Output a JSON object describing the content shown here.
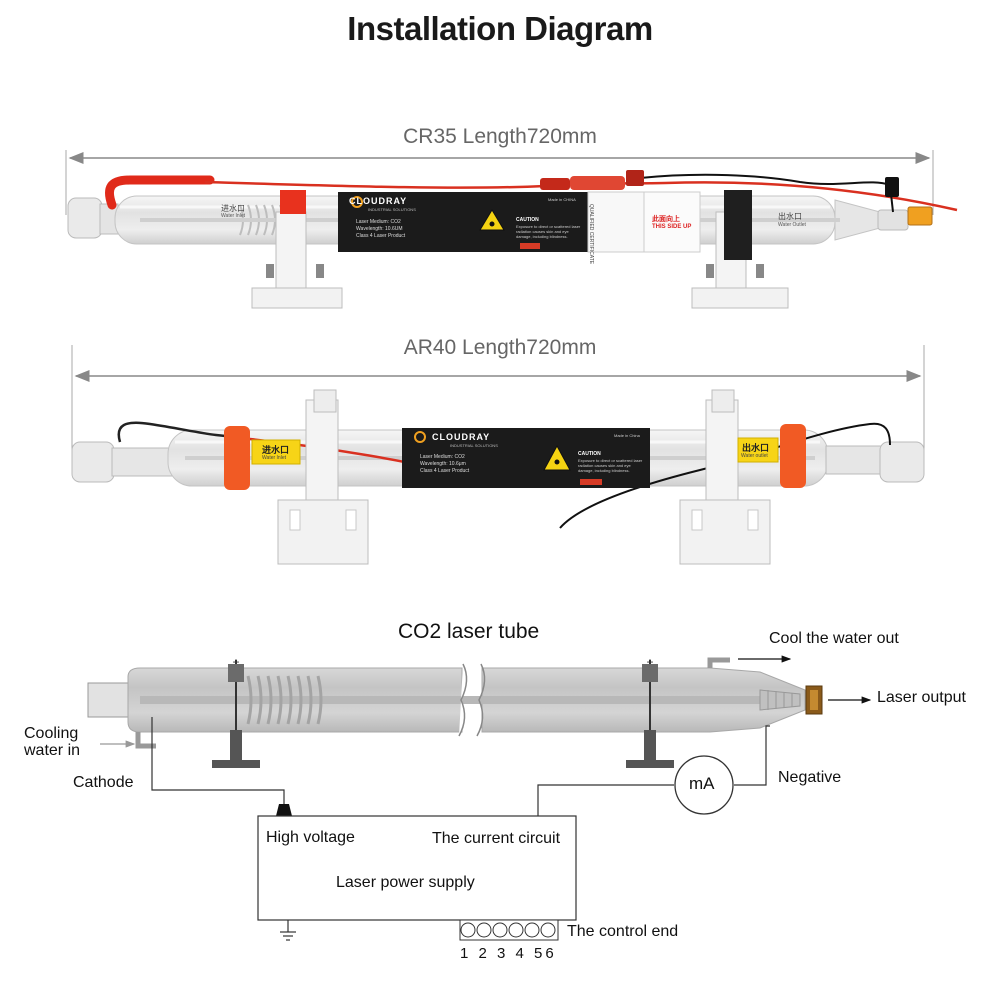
{
  "title": "Installation Diagram",
  "cr35": {
    "length_label": "CR35 Length720mm",
    "brand": "CLOUDRAY",
    "brand_sub": "INDUSTRIAL SOLUTIONS",
    "spec_lines": [
      "Laser Medium: CO2",
      "Wavelength: 10.6UM",
      "Class 4 Laser Product"
    ],
    "caution_title": "CAUTION",
    "caution_text": "Exposure to direct or scattered laser radiation causes skin and eye damage, including blindness.",
    "made_in": "Made in CHINA",
    "inlet_cn": "进水口",
    "inlet_en": "Water Inlet",
    "outlet_cn": "出水口",
    "outlet_en": "Water Outlet",
    "this_side_up_cn": "此面向上",
    "this_side_up_en": "THIS SIDE UP",
    "certificate": "QUALIFIED CERTIFICATE"
  },
  "ar40": {
    "length_label": "AR40 Length720mm",
    "brand": "CLOUDRAY",
    "brand_sub": "INDUSTRIAL SOLUTIONS",
    "spec_lines": [
      "Laser Medium: CO2",
      "Wavelength: 10.6μm",
      "Class 4 Laser Product"
    ],
    "caution_title": "CAUTION",
    "caution_text": "Exposure to direct or scattered laser radiation causes skin and eye damage, including blindness.",
    "made_in": "Made in China",
    "inlet_cn": "进水口",
    "inlet_en": "Water Inlet",
    "outlet_cn": "出水口",
    "outlet_en": "Water outlet"
  },
  "schematic": {
    "tube_title": "CO2 laser tube",
    "cool_out": "Cool the water out",
    "laser_output": "Laser output",
    "cooling_in_line1": "Cooling",
    "cooling_in_line2": "water in",
    "cathode": "Cathode",
    "negative": "Negative",
    "meter": "mA",
    "high_voltage": "High voltage",
    "current_circuit": "The current circuit",
    "power_supply": "Laser power supply",
    "control_end": "The control end",
    "terminals": [
      "1",
      "2",
      "3",
      "4",
      "5",
      "6"
    ],
    "terminal_label": "1 2 3 4 56"
  },
  "colors": {
    "red": "#e8321e",
    "orange_clip": "#f15a24",
    "yellow_label": "#f7d417",
    "label_black": "#1b1b1b",
    "glass": "#dcdcdc",
    "dimension": "#888888"
  }
}
